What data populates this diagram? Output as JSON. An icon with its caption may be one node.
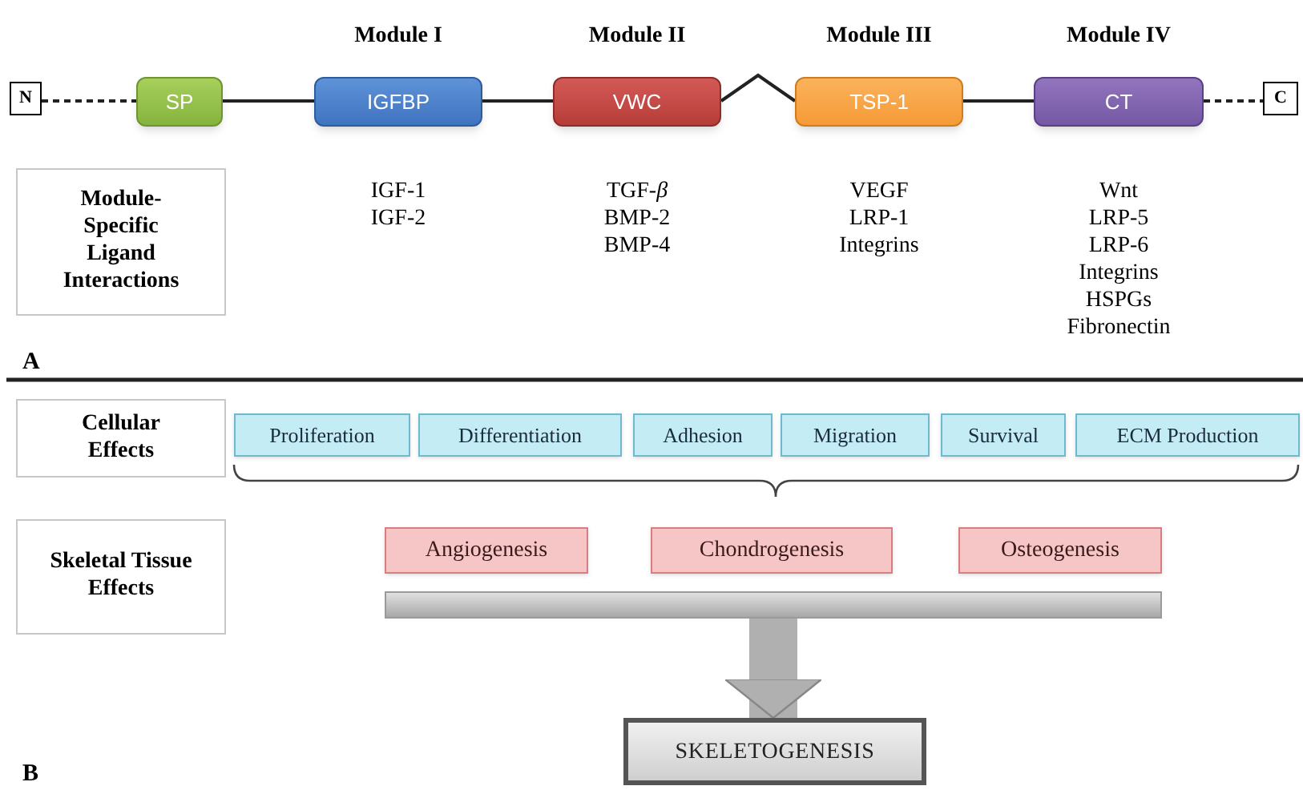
{
  "diagram": {
    "nodes": [
      {
        "text": [
          "N"
        ]
      },
      {
        "text": [
          "SP"
        ]
      },
      {
        "text": [
          "IGFBP"
        ],
        "beside": [
          "Module I",
          "IGF-1",
          "IGF-2"
        ]
      },
      {
        "text": [
          "VWC"
        ],
        "beside": [
          "Module II",
          "TGF-*β*",
          "BMP-2",
          "BMP-4"
        ]
      },
      {
        "text": [
          "TSP-1"
        ],
        "beside": [
          "Module III",
          "VEGF",
          "LRP-1",
          "Integrins"
        ]
      },
      {
        "text": [
          "CT"
        ],
        "beside": [
          "Module IV",
          "Wnt",
          "LRP-5",
          "LRP-6",
          "Integrins",
          "HSPGs",
          "Fibronectin"
        ]
      },
      {
        "text": [
          "C"
        ]
      },
      {
        "text": [
          "Module-Specific Ligand Interactions"
        ]
      },
      {
        "text": [
          "Cellular Effects"
        ]
      },
      {
        "text": [
          "Proliferation"
        ]
      },
      {
        "text": [
          "Differentiation"
        ]
      },
      {
        "text": [
          "Adhesion"
        ]
      },
      {
        "text": [
          "Migration"
        ]
      },
      {
        "text": [
          "Survival"
        ]
      },
      {
        "text": [
          "ECM Production"
        ]
      },
      {
        "text": [
          "Skeletal Tissue Effects"
        ]
      },
      {
        "text": [
          "Angiogenesis"
        ]
      },
      {
        "text": [
          "Chondrogenesis"
        ]
      },
      {
        "text": [
          "Osteogenesis"
        ]
      },
      {
        "text": [],
        "shape": "bar"
      },
      {
        "text": [
          "SKELETOGENESIS"
        ]
      }
    ],
    "edges": [
      {
        "from": 0,
        "to": 1,
        "arrow": "none",
        "style": "dashed"
      },
      {
        "from": 1,
        "to": 2,
        "arrow": "none"
      },
      {
        "from": 2,
        "to": 3,
        "arrow": "none"
      },
      {
        "from": 3,
        "to": 4,
        "arrow": "none"
      },
      {
        "from": 4,
        "to": 5,
        "arrow": "none"
      },
      {
        "from": 5,
        "to": 6,
        "arrow": "none",
        "style": "dashed"
      },
      {
        "from": 19,
        "to": 20,
        "arrow": "to",
        "style": "thick",
        "color": "#b0b0b0"
      }
    ],
    "labels": [
      "A",
      "B"
    ]
  }
}
